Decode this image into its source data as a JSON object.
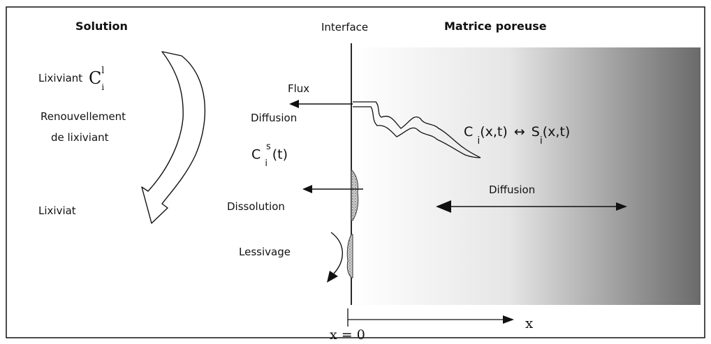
{
  "headers": {
    "solution": "Solution",
    "interface": "Interface",
    "matrix": "Matrice poreuse"
  },
  "labels": {
    "lixiviant_word": "Lixiviant",
    "lixiviant_symbol": "C",
    "lixiviant_sub": "i",
    "lixiviant_sup": "l",
    "renouvellement_line1": "Renouvellement",
    "renouvellement_line2": "de lixiviant",
    "lixiviat": "Lixiviat",
    "flux": "Flux",
    "diffusion_left": "Diffusion",
    "cs_symbol": "C",
    "cs_sub": "i",
    "cs_sup": "s",
    "cs_arg": "(t)",
    "dissolution": "Dissolution",
    "lessivage": "Lessivage",
    "eq_c": "C",
    "eq_c_sub": "i",
    "eq_c_arg": "(x,t)",
    "eq_arrow": "↔",
    "eq_s": "S",
    "eq_s_sub": "i",
    "eq_s_arg": "(x,t)",
    "diffusion_matrix": "Diffusion",
    "x_equals_zero": "x = 0",
    "x_axis": "x"
  },
  "colors": {
    "stroke": "#111111",
    "gradient_start": "#ffffff",
    "gradient_end": "#6a6a6a",
    "precipitate": "#bdbdbd"
  }
}
